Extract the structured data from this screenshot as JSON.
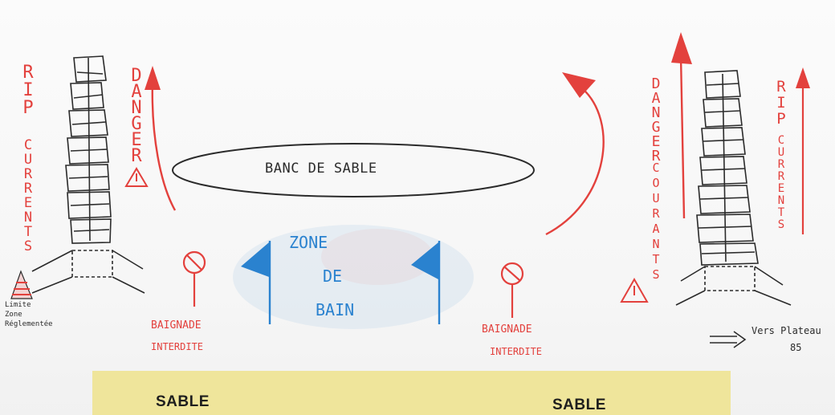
{
  "sandbar": {
    "label": "BANC DE SABLE"
  },
  "swim_zone": {
    "line1": "ZONE",
    "line2": "DE",
    "line3": "BAIN"
  },
  "left_side": {
    "rip_currents_word1": "RIP",
    "rip_currents_word2": "CURRENTS",
    "danger": "DANGER",
    "no_swim_line1": "BAIGNADE",
    "no_swim_line2": "INTERDITE",
    "buoy_caption_line1": "Limite",
    "buoy_caption_line2": "Zone",
    "buoy_caption_line3": "Réglementée"
  },
  "right_side": {
    "rip_currents_word1": "RIP",
    "rip_currents_word2": "CURRENTS",
    "danger_line1": "DANGER",
    "danger_line2": "COURANTS",
    "no_swim_line1": "BAIGNADE",
    "no_swim_line2": "INTERDITE",
    "direction_line1": "Vers Plateau",
    "direction_line2": "85"
  },
  "beach": {
    "left_label": "SABLE",
    "right_label": "SABLE"
  },
  "colors": {
    "red": "#e3413d",
    "blue": "#2a82cf",
    "sand": "#efe59b",
    "ink": "#2b2b2b"
  }
}
